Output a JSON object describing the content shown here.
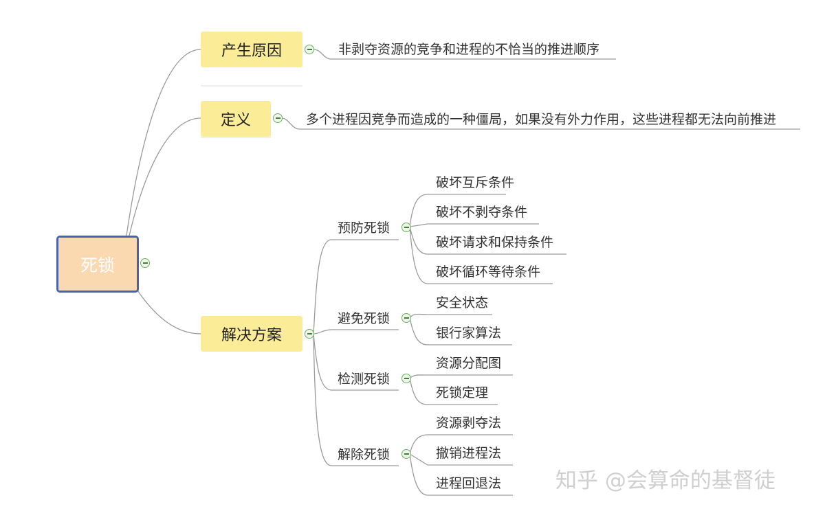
{
  "root": {
    "label": "死锁"
  },
  "topics": {
    "cause": {
      "label": "产生原因",
      "detail": "非剥夺资源的竞争和进程的不恰当的推进顺序"
    },
    "definition": {
      "label": "定义",
      "detail": "多个进程因竞争而造成的一种僵局，如果没有外力作用，这些进程都无法向前推进"
    },
    "solution": {
      "label": "解决方案"
    }
  },
  "branches": {
    "prevent": {
      "label": "预防死锁",
      "items": [
        "破坏互斥条件",
        "破坏不剥夺条件",
        "破坏请求和保持条件",
        "破坏循环等待条件"
      ]
    },
    "avoid": {
      "label": "避免死锁",
      "items": [
        "安全状态",
        "银行家算法"
      ]
    },
    "detect": {
      "label": "检测死锁",
      "items": [
        "资源分配图",
        "死锁定理"
      ]
    },
    "recover": {
      "label": "解除死锁",
      "items": [
        "资源剥夺法",
        "撤销进程法",
        "进程回退法"
      ]
    }
  },
  "watermark": "知乎 @会算命的基督徒",
  "colors": {
    "root_fill": "#fad8b0",
    "root_border": "#4a63a8",
    "topic_fill": "#fbed97",
    "line": "#9a9a9a",
    "toggle": "#6aae5f"
  }
}
